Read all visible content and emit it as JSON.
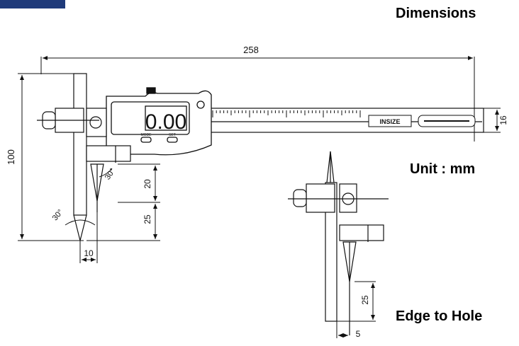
{
  "header": {
    "title": "Dimensions",
    "unit": "Unit : mm",
    "caption": "Edge to Hole"
  },
  "dimensions": {
    "overall_length": "258",
    "height": "100",
    "beam_width": "16",
    "step_20": "20",
    "step_25": "25",
    "tip_width": "10",
    "angle_upper": "30°",
    "angle_lower": "30°",
    "edge_to_hole_25": "25",
    "edge_to_hole_5": "5"
  },
  "display": {
    "reading": "0.00",
    "left_button": "MODE",
    "right_button": "SET",
    "brand": "INSIZE"
  },
  "colors": {
    "ink": "#111111",
    "logo": "#1f3a7a"
  }
}
